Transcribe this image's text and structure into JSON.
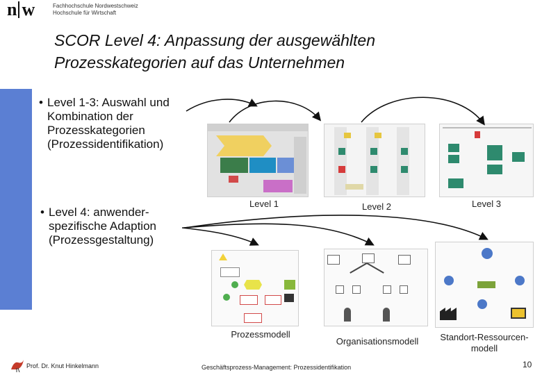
{
  "header": {
    "logo_mark_left": "n",
    "logo_mark_right": "w",
    "school_line1": "Fachhochschule Nordwestschweiz",
    "school_line2": "Hochschule für Wirtschaft"
  },
  "title": {
    "line1": "SCOR Level 4: Anpassung der ausgewählten",
    "line2": "Prozesskategorien auf das Unternehmen"
  },
  "bullets": [
    {
      "text_lines": [
        "Level 1-3: Auswahl und",
        "Kombination der",
        "Prozesskategorien",
        "(Prozessidentifikation)"
      ]
    },
    {
      "text_lines": [
        "Level 4: anwender-",
        "spezifische Adaption",
        "(Prozessgestaltung)"
      ]
    }
  ],
  "level_labels": [
    "Level 1",
    "Level 2",
    "Level 3"
  ],
  "model_labels": {
    "prozess": "Prozessmodell",
    "organisation": "Organisationsmodell",
    "standort_line1": "Standort-Ressourcen-",
    "standort_line2": "modell"
  },
  "footer": {
    "author": "Prof. Dr. Knut Hinkelmann",
    "center": "Geschäftsprozess-Management: Prozessidentifikation",
    "page_number": "10"
  },
  "colors": {
    "sidebar": "#5b7fd3",
    "arrow": "#111111"
  }
}
